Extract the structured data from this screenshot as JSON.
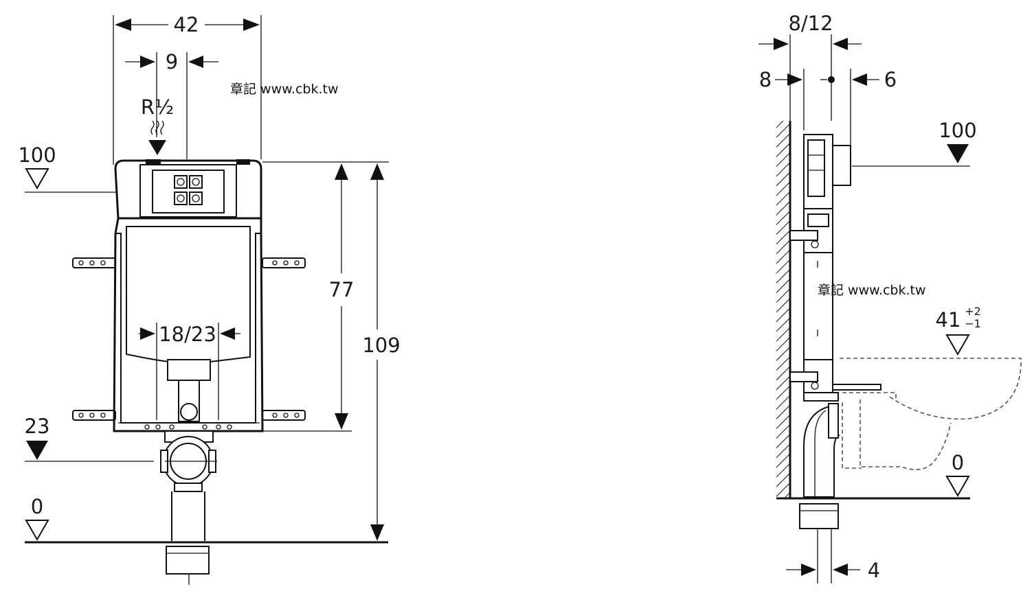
{
  "front_view": {
    "width_label": "42",
    "inlet_offset_label": "9",
    "inlet_thread_label": "R½",
    "top_level_label": "100",
    "inner_height_label": "77",
    "total_height_label": "109",
    "pipe_spacing_label": "18/23",
    "outlet_level_label": "23",
    "floor_level_label": "0"
  },
  "side_view": {
    "wall_gap_label": "8/12",
    "left_offset_label": "8",
    "right_offset_label": "6",
    "top_level_label": "100",
    "seat_level_main": "41",
    "seat_tol_plus": "+2",
    "seat_tol_minus": "−1",
    "floor_level_label": "0",
    "pipe_offset_label": "4"
  },
  "watermark_text": "章記 www.cbk.tw"
}
